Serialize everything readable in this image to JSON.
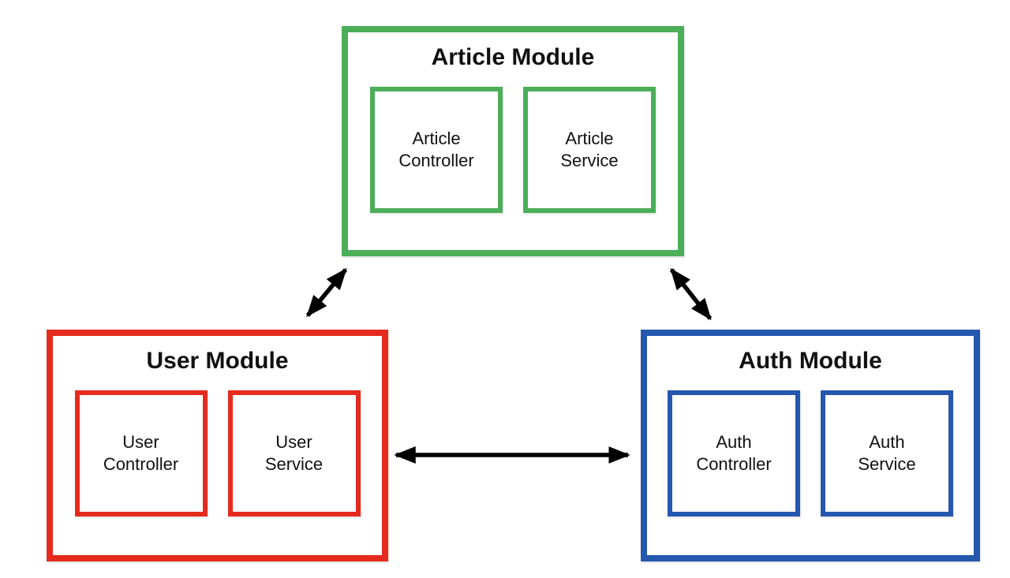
{
  "colors": {
    "article": "#4CAE58",
    "user": "#E52B1E",
    "auth": "#2457AE",
    "arrow": "#000000",
    "canvas": "#FFFFFF",
    "text": "#111111"
  },
  "modules": [
    {
      "id": "article",
      "title": "Article Module",
      "children": [
        {
          "label": "Article\nController"
        },
        {
          "label": "Article\nService"
        }
      ]
    },
    {
      "id": "user",
      "title": "User Module",
      "children": [
        {
          "label": "User\nController"
        },
        {
          "label": "User\nService"
        }
      ]
    },
    {
      "id": "auth",
      "title": "Auth Module",
      "children": [
        {
          "label": "Auth\nController"
        },
        {
          "label": "Auth\nService"
        }
      ]
    }
  ],
  "connections": [
    {
      "from": "User Module",
      "to": "Article Module",
      "type": "bidirectional"
    },
    {
      "from": "Article Module",
      "to": "Auth Module",
      "type": "bidirectional"
    },
    {
      "from": "User Module",
      "to": "Auth Module",
      "type": "bidirectional"
    }
  ]
}
